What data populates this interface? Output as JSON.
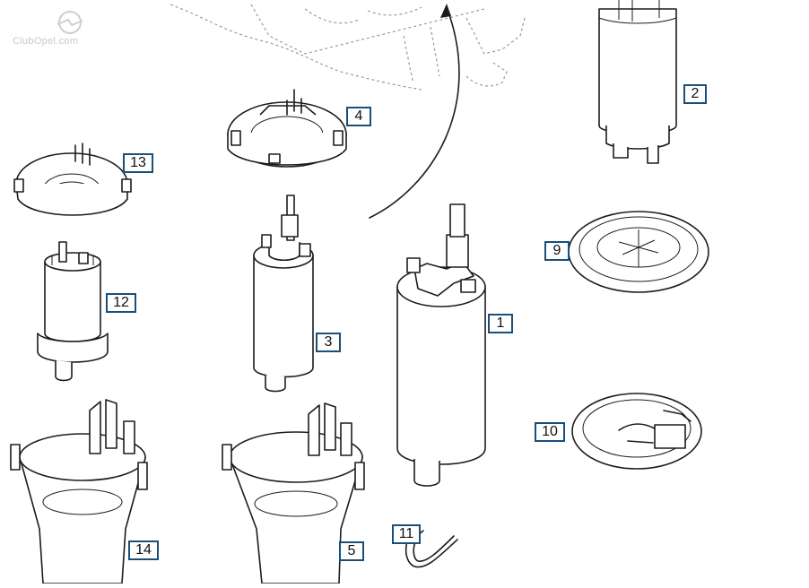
{
  "watermark": {
    "text": "ClubOpel.com"
  },
  "callouts": [
    {
      "id": "1",
      "label": "1"
    },
    {
      "id": "2",
      "label": "2"
    },
    {
      "id": "3",
      "label": "3"
    },
    {
      "id": "4",
      "label": "4"
    },
    {
      "id": "5",
      "label": "5"
    },
    {
      "id": "9",
      "label": "9"
    },
    {
      "id": "10",
      "label": "10"
    },
    {
      "id": "11",
      "label": "11"
    },
    {
      "id": "12",
      "label": "12"
    },
    {
      "id": "13",
      "label": "13"
    },
    {
      "id": "14",
      "label": "14"
    }
  ],
  "colors": {
    "line": "#1c1c1c",
    "callout_border": "#1a4f7a",
    "ghost": "#9a9a9a"
  }
}
